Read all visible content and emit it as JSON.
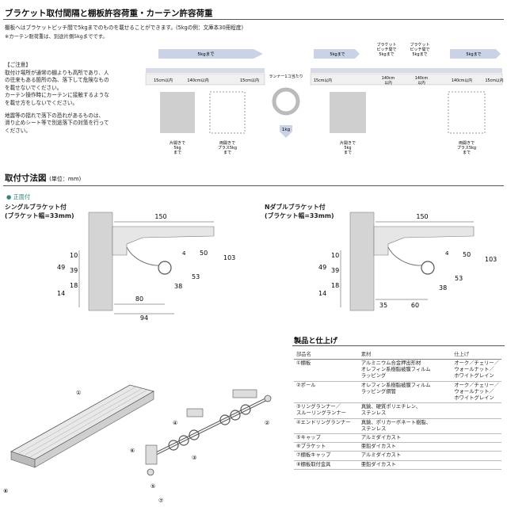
{
  "section1": {
    "title": "ブラケット取付間隔と棚板許容荷重・カーテン許容荷重",
    "lead1": "棚板へはブラケットピッチ間で5kgまでのものを載せることができます。(5kgの例：文庫本30冊程度)",
    "lead2": "※カーテン耐荷重は、別途片側5kgまでです。"
  },
  "caution": {
    "title": "【ご注意】",
    "lines": [
      "取付け場所が通常の棚よりも高所であり、人",
      "の往来もある箇所の為、落下して危険なもの",
      "を載せないでください。",
      "カーテン操作時にカーテンに接触するような",
      "を載せ方をしないでください。",
      "地震等の揺れで落下の恐れがあるものは、",
      "滑り止めシート等で別途落下の対策を行って",
      "ください。"
    ]
  },
  "load1": {
    "top": "5kgまで",
    "spans": [
      "15cm以内",
      "140cm以内",
      "15cm以内"
    ],
    "left": [
      "片開きで",
      "5kg",
      "まで"
    ],
    "right": [
      "両開きで",
      "プラス5kg",
      "まで"
    ]
  },
  "ring": {
    "top": "ランナー1コ当たり",
    "bottom": "1kg"
  },
  "load2": {
    "top": [
      "5kgまで",
      "ブラケット",
      "ピッチ間で",
      "5kgまで",
      "ブラケット",
      "ピッチ間で",
      "5kgまで",
      "5kgまで"
    ],
    "spans": [
      "15cm以内",
      "140cm",
      "以内",
      "140cm",
      "以内",
      "140cm以内",
      "15cm以内"
    ],
    "left": [
      "片開きで",
      "5kg",
      "まで"
    ],
    "right": [
      "両開きで",
      "プラス5kg",
      "まで"
    ]
  },
  "section2": {
    "title": "取付寸法図",
    "unit": "(単位：mm)",
    "subtitle": "正面付"
  },
  "diagLeft": {
    "title1": "シングルブラケット付",
    "title2": "(ブラケット幅=33mm)",
    "dims": [
      "150",
      "4",
      "50",
      "103",
      "10",
      "49",
      "39",
      "18",
      "14",
      "53",
      "38",
      "80",
      "94"
    ]
  },
  "diagRight": {
    "title1": "Nダブルブラケット付",
    "title2": "(ブラケット幅=33mm)",
    "dims": [
      "150",
      "4",
      "50",
      "103",
      "10",
      "49",
      "39",
      "18",
      "14",
      "53",
      "38",
      "35",
      "60"
    ]
  },
  "section3": {
    "title": "製品と仕上げ"
  },
  "table": {
    "headers": [
      "部品名",
      "素材",
      "仕上げ"
    ],
    "rows": [
      {
        "part": [
          "①棚板"
        ],
        "material": [
          "アルミニウム合金押出形材",
          "オレフィン系樹脂被膜フィルム",
          "ラッピング"
        ],
        "finish": [
          "オーク／チェリー／",
          "ウォールナット／",
          "ホワイトグレイン"
        ]
      },
      {
        "part": [
          "②ポール"
        ],
        "material": [
          "オレフィン系樹脂被膜フィルム",
          "ラッピング鋼管"
        ],
        "finish": [
          "オーク／チェリー／",
          "ウォールナット／",
          "ホワイトグレイン"
        ]
      },
      {
        "part": [
          "③リングランナー／",
          "スルーリングランナー"
        ],
        "material": [
          "真鍮、硬質ポリエチレン、",
          "ステンレス"
        ],
        "finish": []
      },
      {
        "part": [
          "④エンドリングランナー"
        ],
        "material": [
          "真鍮、ポリカーボネート樹脂、",
          "ステンレス"
        ],
        "finish": []
      },
      {
        "part": [
          "⑤キャップ"
        ],
        "material": [
          "アルミダイカスト"
        ],
        "finish": []
      },
      {
        "part": [
          "⑥ブラケット"
        ],
        "material": [
          "亜鉛ダイカスト"
        ],
        "finish": []
      },
      {
        "part": [
          "⑦棚板キャップ"
        ],
        "material": [
          "アルミダイカスト"
        ],
        "finish": []
      },
      {
        "part": [
          "⑧棚板取付金具"
        ],
        "material": [
          "亜鉛ダイカスト"
        ],
        "finish": []
      }
    ]
  },
  "callouts": [
    "①",
    "②",
    "③",
    "④",
    "⑤",
    "⑥",
    "⑦",
    "⑧"
  ]
}
